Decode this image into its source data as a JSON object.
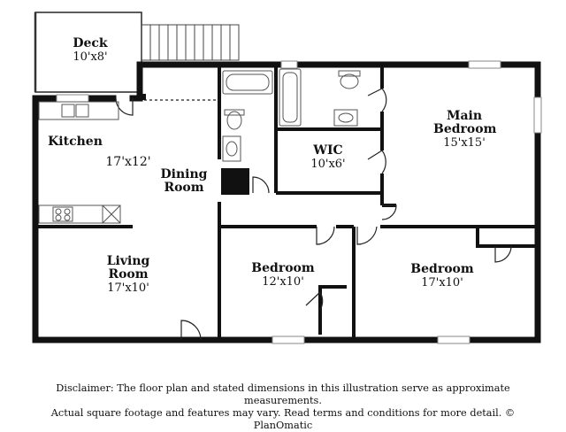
{
  "rooms": {
    "deck": {
      "name": "Deck",
      "dims": "10'x8'"
    },
    "kitchen": {
      "name": "Kitchen",
      "dims": "17'x12'"
    },
    "dining": {
      "name": "Dining Room"
    },
    "living": {
      "name": "Living Room",
      "dims": "17'x10'"
    },
    "wic": {
      "name": "WIC",
      "dims": "10'x6'"
    },
    "main_bedroom": {
      "name": "Main Bedroom",
      "dims": "15'x15'"
    },
    "bedroom_1": {
      "name": "Bedroom",
      "dims": "12'x10'"
    },
    "bedroom_2": {
      "name": "Bedroom",
      "dims": "17'x10'"
    }
  },
  "disclaimer": {
    "line1": "Disclaimer: The floor plan and stated dimensions in this illustration serve as approximate measurements.",
    "line2": "Actual square footage and features may vary. Read terms and conditions for more detail. © PlanOmatic"
  },
  "colors": {
    "wall": "#111111",
    "fixture": "#555555",
    "window": "#9a9a9a"
  }
}
